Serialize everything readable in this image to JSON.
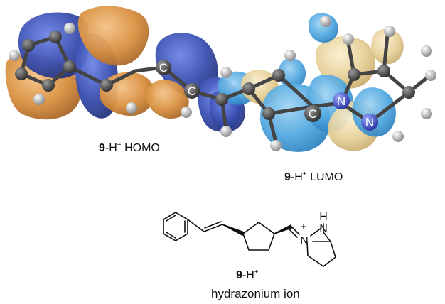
{
  "labels": {
    "homo_prefix": "9",
    "homo_h": "-H",
    "homo_sup": "+",
    "homo_name": " HOMO",
    "lumo_prefix": "9",
    "lumo_h": "-H",
    "lumo_sup": "+",
    "lumo_name": " LUMO",
    "compound_prefix": "9",
    "compound_h": "-H",
    "compound_sup": "+",
    "compound_name": "hydrazonium ion"
  },
  "atom_labels": {
    "c1": "C",
    "c2": "C",
    "c3": "C",
    "n1": "N",
    "n2": "N",
    "struct_n": "N",
    "struct_nh_n": "N",
    "struct_nh_h": "H",
    "struct_plus": "+"
  },
  "colors": {
    "orbital_blue": "#3a4fb0",
    "orbital_orange": "#d9903f",
    "orbital_light_blue": "#4da6df",
    "orbital_tan": "#e6cf96",
    "carbon_atom": "#555555",
    "hydrogen_atom": "#d8d8d8",
    "nitrogen_atom": "#4a5bd0"
  }
}
